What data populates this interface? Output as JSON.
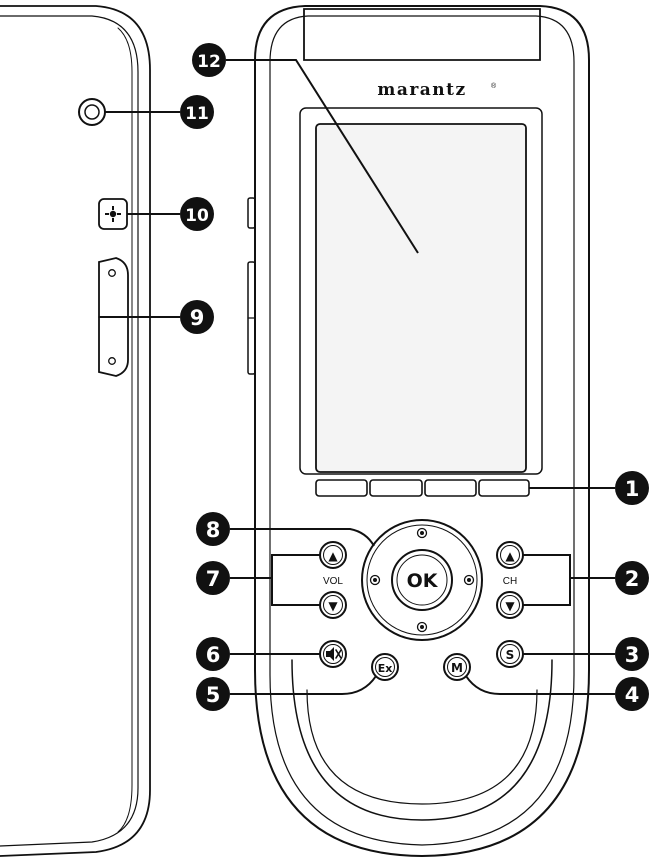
{
  "brand": {
    "logo_text": "marantz",
    "registered": "®"
  },
  "buttons": {
    "ok_label": "OK",
    "ex_label": "Ex",
    "m_label": "M",
    "s_label": "S",
    "vol_label": "VOL",
    "ch_label": "CH",
    "up_arrow": "▲",
    "down_arrow": "▼"
  },
  "callouts": [
    {
      "id": "1",
      "label": "1"
    },
    {
      "id": "2",
      "label": "2"
    },
    {
      "id": "3",
      "label": "3"
    },
    {
      "id": "4",
      "label": "4"
    },
    {
      "id": "5",
      "label": "5"
    },
    {
      "id": "6",
      "label": "6"
    },
    {
      "id": "7",
      "label": "7"
    },
    {
      "id": "8",
      "label": "8"
    },
    {
      "id": "9",
      "label": "9"
    },
    {
      "id": "10",
      "label": "10"
    },
    {
      "id": "11",
      "label": "11"
    },
    {
      "id": "12",
      "label": "12"
    }
  ],
  "colors": {
    "ink": "#111111",
    "paper": "#ffffff",
    "screen": "#f4f4f4"
  },
  "icons": {
    "side_button": "backlight-icon",
    "mute_button": "mute-icon",
    "side_jack": "jack-icon"
  }
}
